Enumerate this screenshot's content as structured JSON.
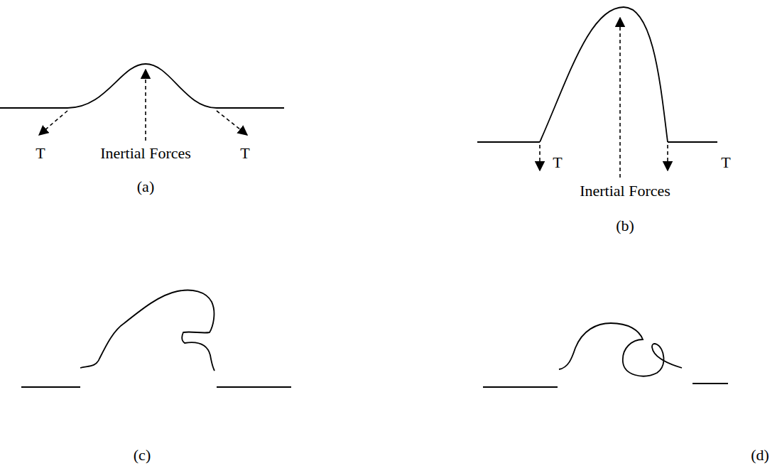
{
  "diagram": {
    "labels": [
      "T",
      "Inertial Forces",
      "T",
      "(a)",
      "T",
      "T",
      "Inertial Forces",
      "(b)",
      "(c)",
      "(d)"
    ]
  }
}
